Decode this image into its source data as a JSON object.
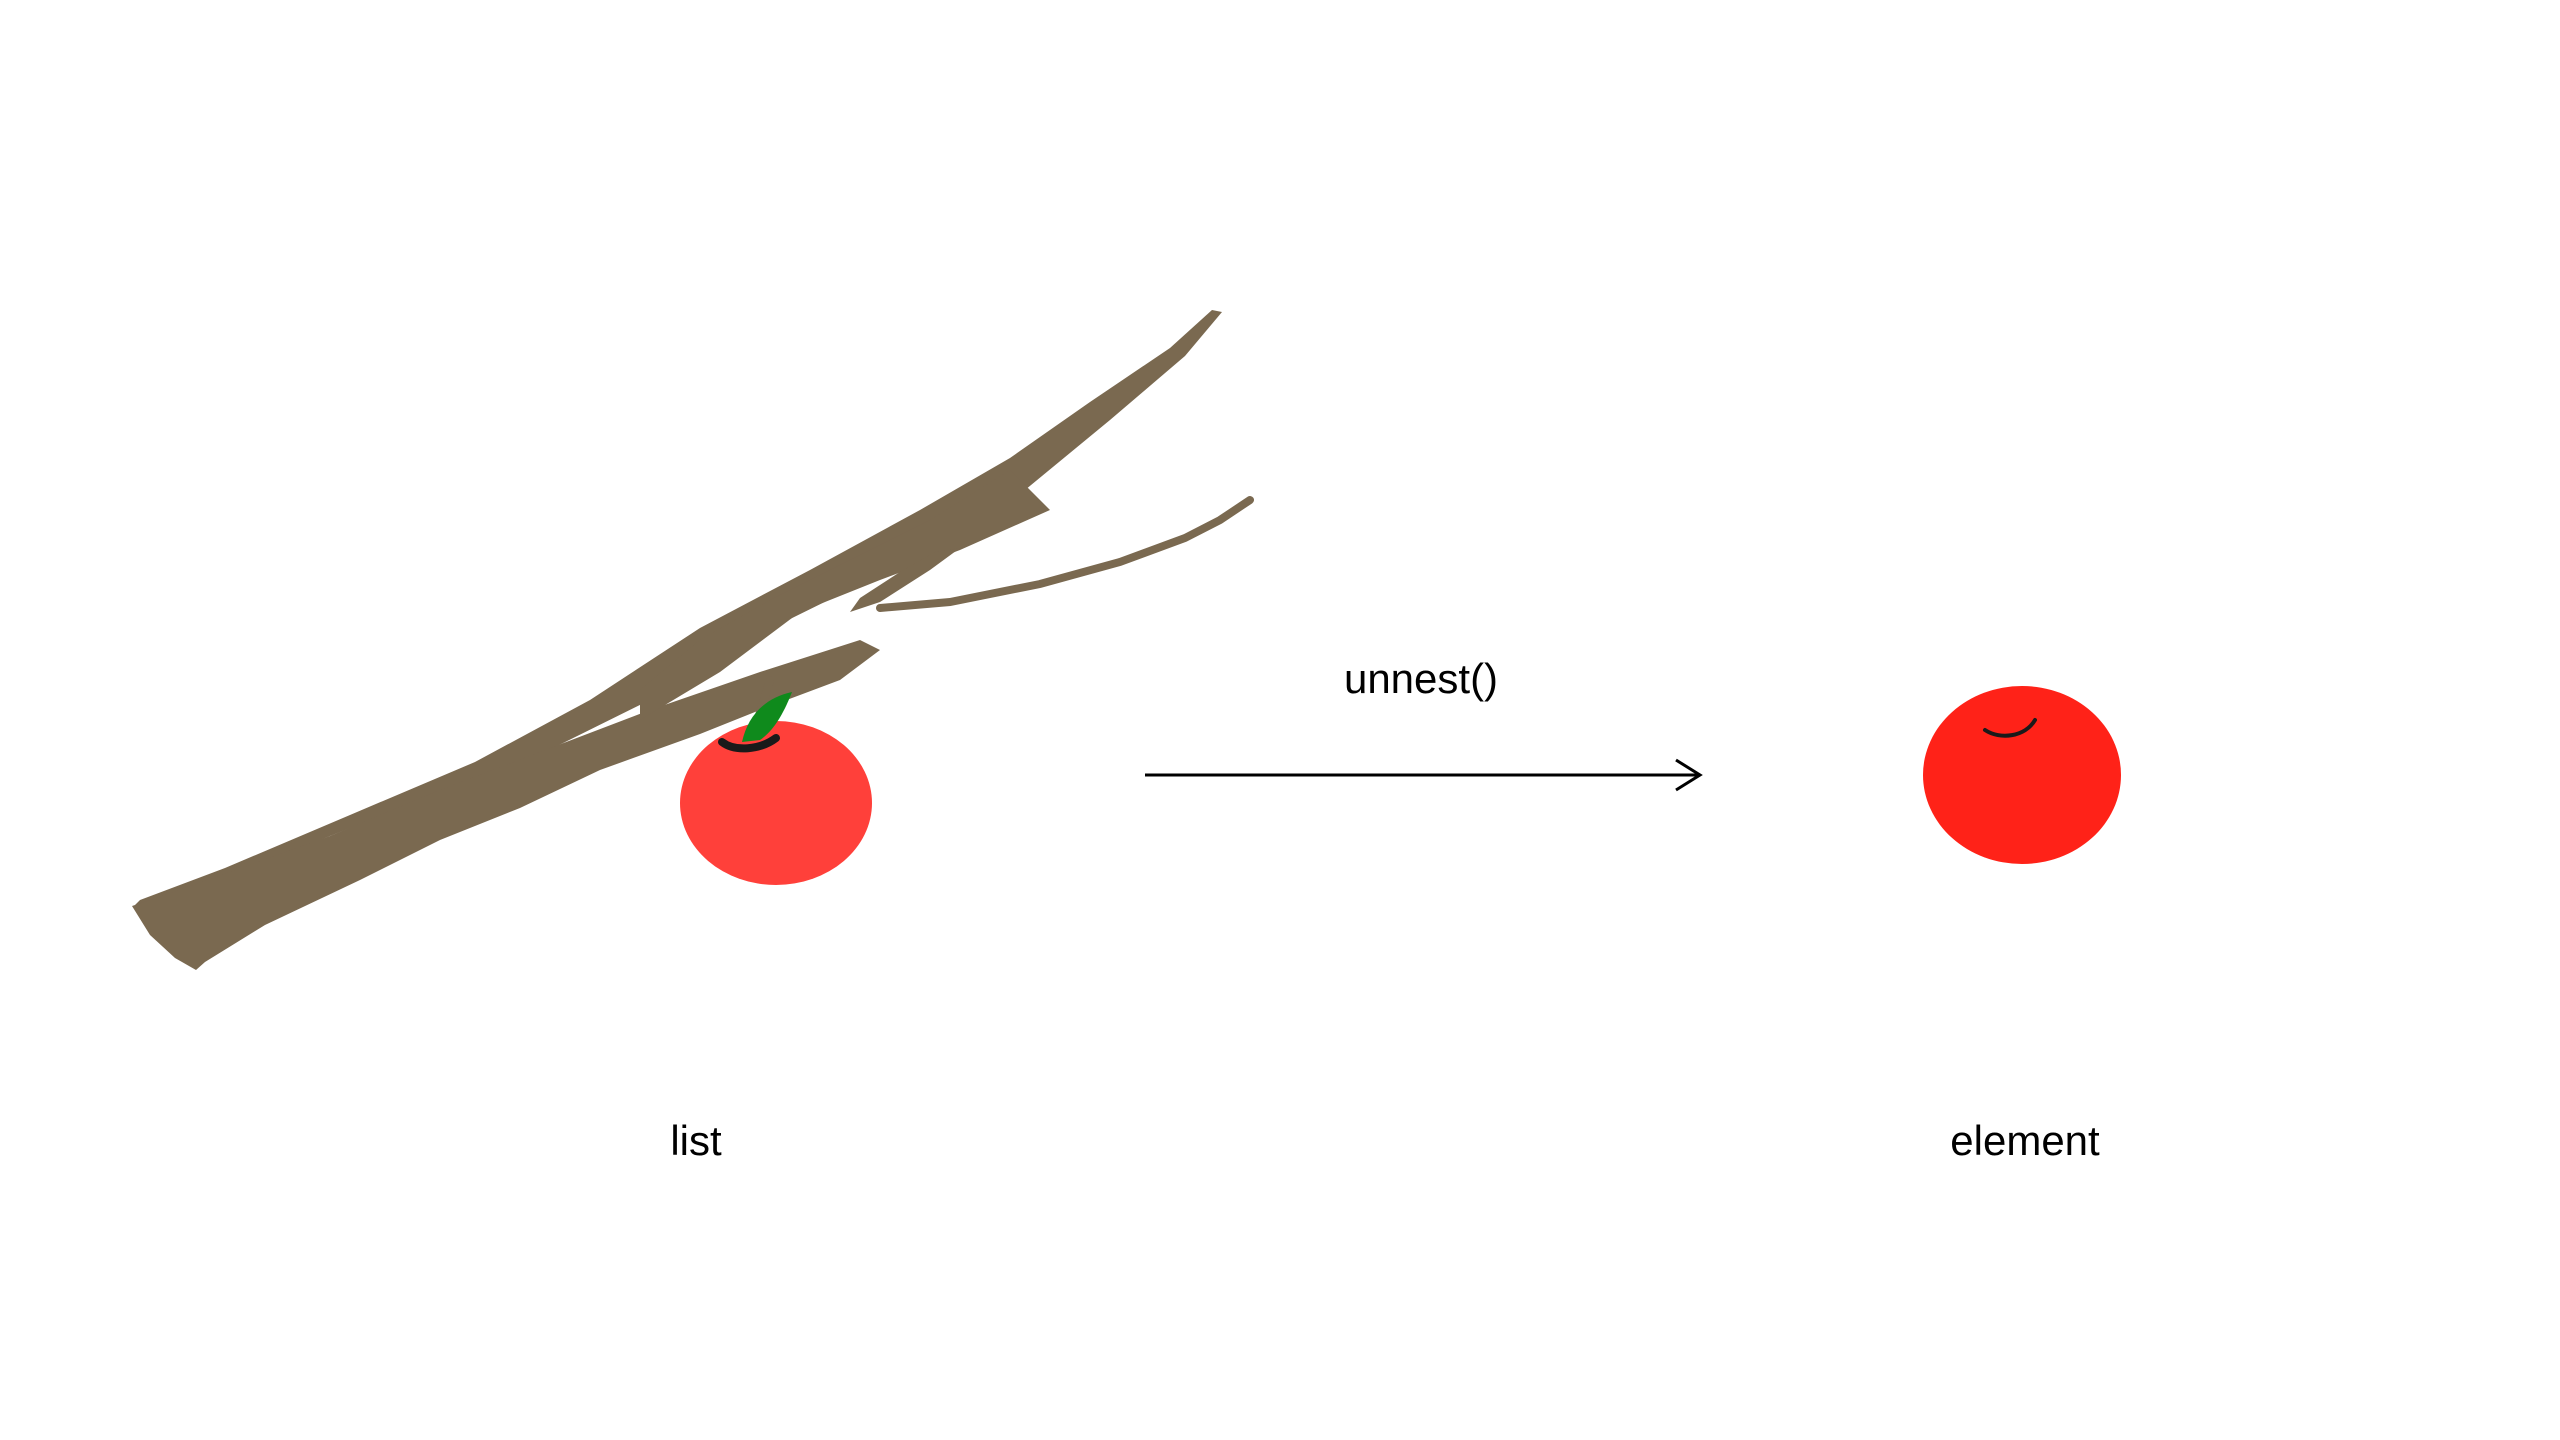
{
  "labels": {
    "list": "list",
    "element": "element",
    "arrow": "unnest()"
  },
  "icons": {
    "branch": "branch-icon",
    "apple_on_branch": "apple-icon",
    "apple_loose": "apple-icon",
    "arrow": "arrow-right-icon"
  },
  "colors": {
    "branch": "#7a6950",
    "apple_on_branch": "#ff403a",
    "apple_loose": "#ff2218",
    "leaf": "#0f8a1c",
    "stroke": "#000000",
    "background": "#ffffff"
  }
}
